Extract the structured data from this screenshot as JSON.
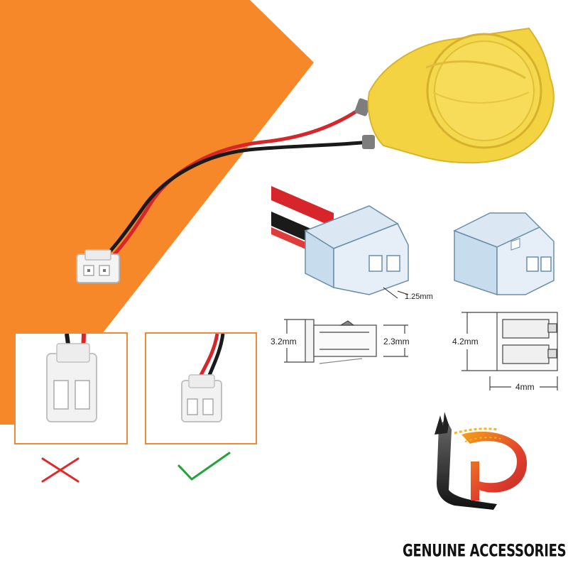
{
  "image": {
    "subject": "CMOS coin cell battery with 2-pin JST connector",
    "colors": {
      "accent": "#f7882a",
      "battery": "#f3d341",
      "wire_red": "#d6262b",
      "wire_black": "#1a1a1a",
      "wrong": "#e02a2a",
      "right": "#23a33a"
    }
  },
  "diagram": {
    "pitch_label": "1.25mm",
    "height_label": "3.2mm",
    "inner_label": "2.3mm",
    "side_height_label": "4.2mm",
    "width_label": "4mm"
  },
  "comparison": {
    "wrong_icon": "cross-icon",
    "right_icon": "check-icon"
  },
  "brand": {
    "logo_icon": "lp-logo-icon",
    "tagline": "GENUINE ACCESSORIES"
  }
}
